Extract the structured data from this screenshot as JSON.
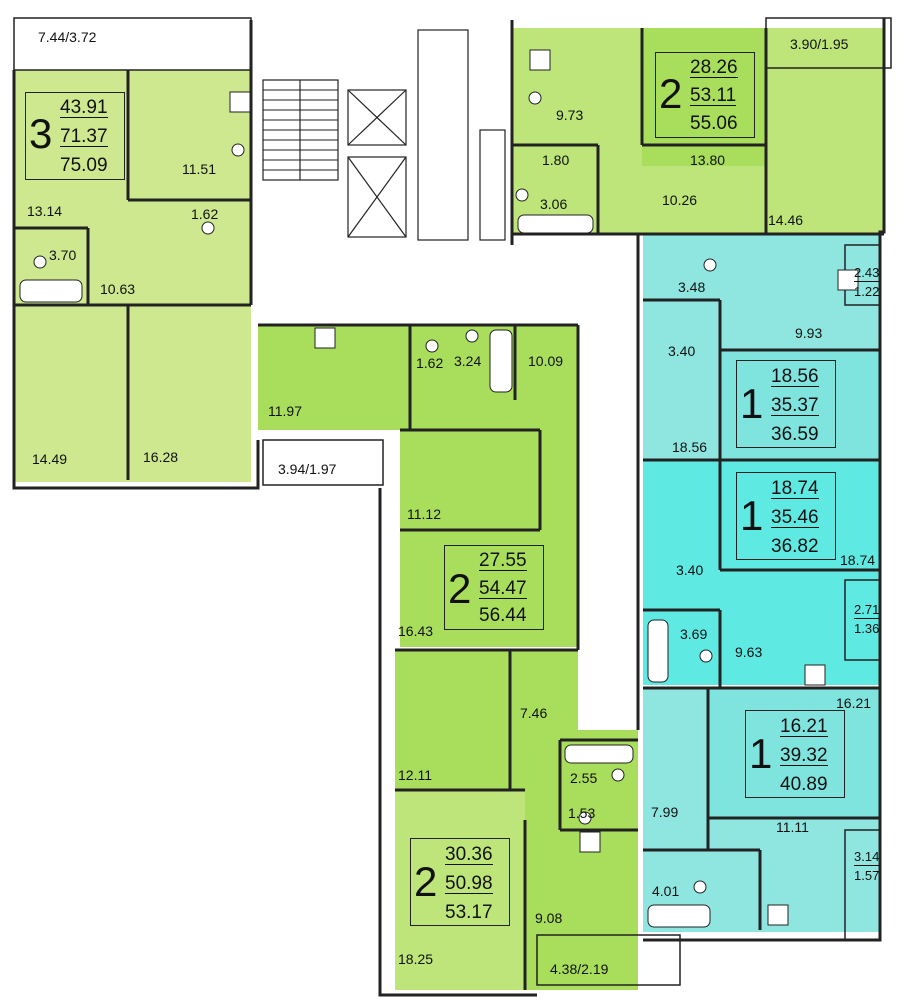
{
  "colors": {
    "green_light": "#cde88f",
    "green_mid": "#bde57a",
    "green_bright": "#a9dd5c",
    "cyan": "#8fe6e0",
    "cyan_bright": "#5ee9e3",
    "wall": "#222222",
    "core": "#ffffff"
  },
  "balconies": {
    "b1": {
      "top": "7.44",
      "bottom": "3.72",
      "style": "slash"
    },
    "b2": {
      "top": "3.90",
      "bottom": "1.95",
      "style": "slash"
    },
    "b3": {
      "top": "2.43",
      "bottom": "1.22"
    },
    "b4": {
      "top": "3.94",
      "bottom": "1.97",
      "style": "slash"
    },
    "b5": {
      "top": "2.71",
      "bottom": "1.36"
    },
    "b6": {
      "top": "3.14",
      "bottom": "1.57"
    },
    "b7": {
      "top": "4.38",
      "bottom": "2.19",
      "style": "slash"
    }
  },
  "apartments": {
    "a1": {
      "rooms": "3",
      "living": "43.91",
      "total": "71.37",
      "total_with_balcony": "75.09"
    },
    "a2": {
      "rooms": "2",
      "living": "28.26",
      "total": "53.11",
      "total_with_balcony": "55.06"
    },
    "a3": {
      "rooms": "1",
      "living": "18.56",
      "total": "35.37",
      "total_with_balcony": "36.59"
    },
    "a4": {
      "rooms": "2",
      "living": "27.55",
      "total": "54.47",
      "total_with_balcony": "56.44"
    },
    "a5": {
      "rooms": "1",
      "living": "18.74",
      "total": "35.46",
      "total_with_balcony": "36.82"
    },
    "a6": {
      "rooms": "1",
      "living": "16.21",
      "total": "39.32",
      "total_with_balcony": "40.89"
    },
    "a7": {
      "rooms": "2",
      "living": "30.36",
      "total": "50.98",
      "total_with_balcony": "53.17"
    }
  },
  "rooms": {
    "r_11_51": "11.51",
    "r_13_14": "13.14",
    "r_1_62a": "1.62",
    "r_3_70": "3.70",
    "r_10_63": "10.63",
    "r_14_49": "14.49",
    "r_16_28": "16.28",
    "r_9_73": "9.73",
    "r_1_80": "1.80",
    "r_3_06": "3.06",
    "r_13_80": "13.80",
    "r_10_26": "10.26",
    "r_14_46": "14.46",
    "r_3_48": "3.48",
    "r_9_93": "9.93",
    "r_3_40a": "3.40",
    "r_18_56": "18.56",
    "r_1_62b": "1.62",
    "r_3_24": "3.24",
    "r_10_09": "10.09",
    "r_11_97": "11.97",
    "r_11_12": "11.12",
    "r_16_43": "16.43",
    "r_18_74": "18.74",
    "r_3_40b": "3.40",
    "r_3_69": "3.69",
    "r_9_63": "9.63",
    "r_16_21": "16.21",
    "r_7_99": "7.99",
    "r_11_11": "11.11",
    "r_4_01": "4.01",
    "r_7_46": "7.46",
    "r_12_11": "12.11",
    "r_2_55": "2.55",
    "r_1_53": "1.53",
    "r_9_08": "9.08",
    "r_18_25": "18.25"
  }
}
